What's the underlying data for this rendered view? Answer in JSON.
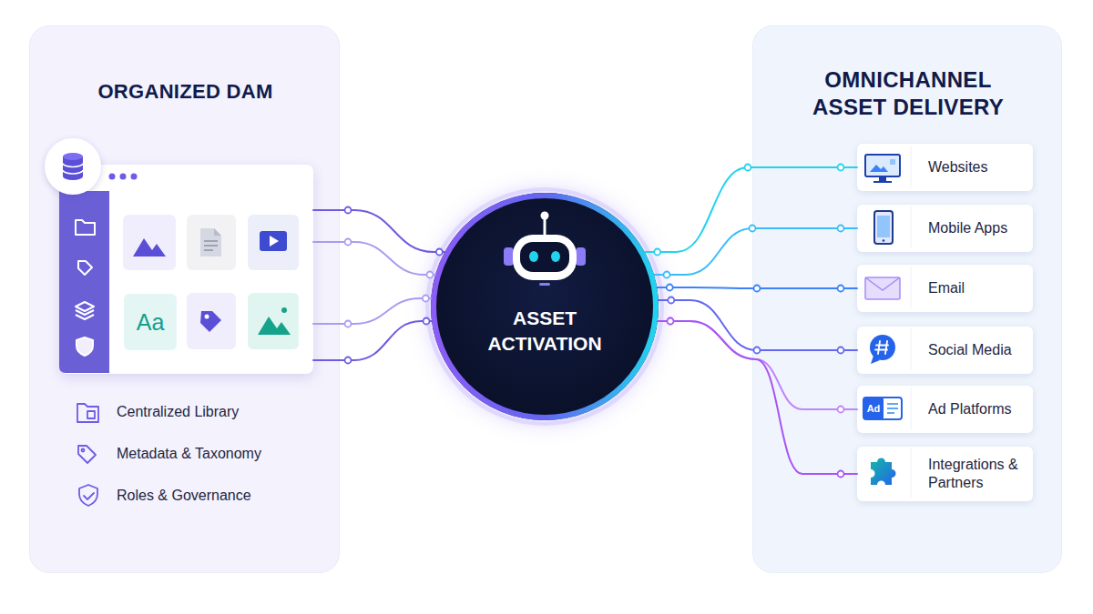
{
  "diagram": {
    "nodes": [
      {
        "text": [
          "ORGANIZED DAM"
        ]
      },
      {
        "text": [
          "Aa"
        ],
        "in": 0
      },
      {
        "text": [
          "ASSET ACTIVATION"
        ]
      },
      {
        "text": [
          "OMNICHANNEL ASSET DELIVERY"
        ]
      },
      {
        "text": [
          "Websites"
        ],
        "in": 3
      },
      {
        "text": [
          "Mobile Apps"
        ],
        "in": 3
      },
      {
        "text": [
          "Email"
        ],
        "in": 3
      },
      {
        "text": [
          "Social Media"
        ],
        "in": 3
      },
      {
        "text": [
          "Ad Platforms"
        ],
        "in": 3
      },
      {
        "text": [
          "Integrations & Partners"
        ],
        "in": 3
      }
    ],
    "edges": [
      {
        "from": 1,
        "to": 2,
        "arrow": "none"
      },
      {
        "from": 1,
        "to": 2,
        "arrow": "none"
      },
      {
        "from": 1,
        "to": 2,
        "arrow": "none"
      },
      {
        "from": 1,
        "to": 2,
        "arrow": "none"
      },
      {
        "from": 2,
        "to": 4,
        "arrow": "none"
      },
      {
        "from": 2,
        "to": 5,
        "arrow": "none"
      },
      {
        "from": 2,
        "to": 6,
        "arrow": "none"
      },
      {
        "from": 2,
        "to": 7,
        "arrow": "none"
      },
      {
        "from": 2,
        "to": 8,
        "arrow": "none"
      },
      {
        "from": 2,
        "to": 9,
        "arrow": "none"
      }
    ],
    "labels": [
      "Centralized Library",
      "Metadata & Taxonomy",
      "Roles & Governance",
      "Ad"
    ]
  }
}
